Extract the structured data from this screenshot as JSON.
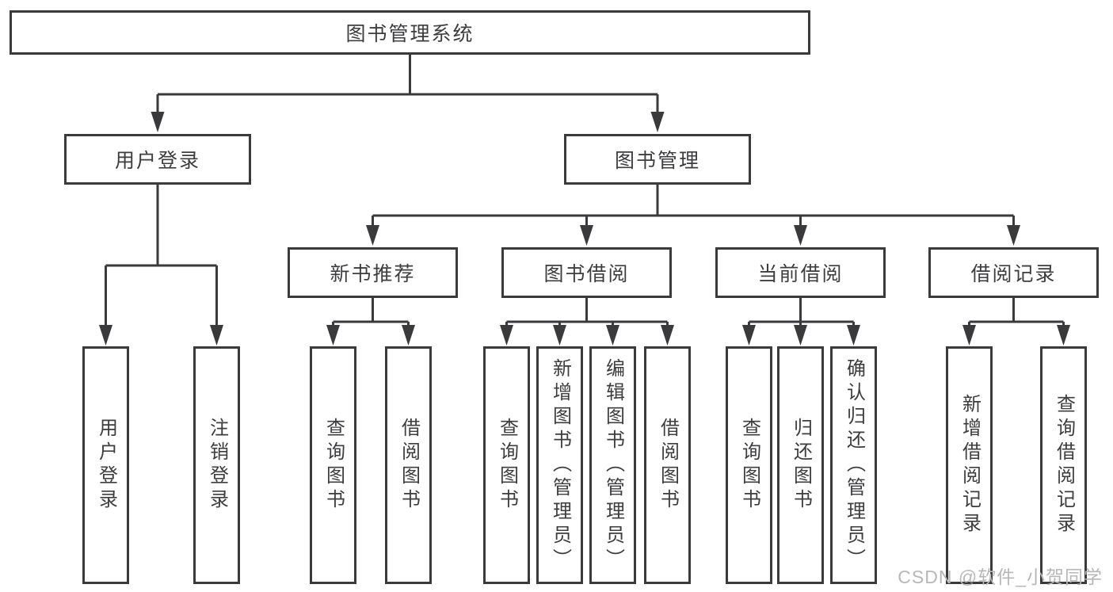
{
  "diagram_type": "functional-structure-tree",
  "colors": {
    "line_and_border": "#3a3a3c",
    "text": "#3d3d3f",
    "background": "#ffffff",
    "watermark_text": "#b7b7b7"
  },
  "tree": {
    "root": "图书管理系统",
    "branches": [
      {
        "label": "用户登录",
        "children": [
          "用户登录",
          "注销登录"
        ]
      },
      {
        "label": "图书管理",
        "sections": [
          {
            "label": "新书推荐",
            "children": [
              "查询图书",
              "借阅图书"
            ]
          },
          {
            "label": "图书借阅",
            "children": [
              "查询图书",
              "新增图书（管理员）",
              "编辑图书（管理员）",
              "借阅图书"
            ]
          },
          {
            "label": "当前借阅",
            "children": [
              "查询图书",
              "归还图书",
              "确认归还（管理员）"
            ]
          },
          {
            "label": "借阅记录",
            "children": [
              "新增借阅记录",
              "查询借阅记录"
            ]
          }
        ]
      }
    ]
  },
  "watermark": "CSDN @软件_小贺同学"
}
